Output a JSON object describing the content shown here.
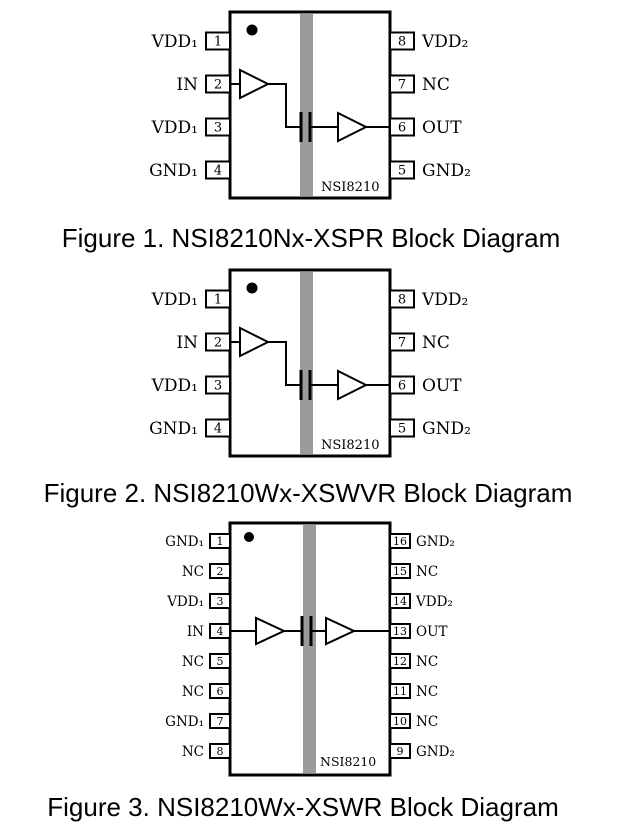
{
  "colors": {
    "isolation_barrier": "#9b9b9b",
    "ink": "#000000",
    "background": "#ffffff"
  },
  "figures": [
    {
      "caption": "Figure 1. NSI8210Nx-XSPR Block Diagram",
      "chip_label": "NSI8210",
      "left_pins": [
        {
          "num": "1",
          "label": "VDD₁"
        },
        {
          "num": "2",
          "label": "IN"
        },
        {
          "num": "3",
          "label": "VDD₁"
        },
        {
          "num": "4",
          "label": "GND₁"
        }
      ],
      "right_pins": [
        {
          "num": "8",
          "label": "VDD₂"
        },
        {
          "num": "7",
          "label": "NC"
        },
        {
          "num": "6",
          "label": "OUT"
        },
        {
          "num": "5",
          "label": "GND₂"
        }
      ]
    },
    {
      "caption": "Figure 2. NSI8210Wx-XSWVR Block Diagram",
      "chip_label": "NSI8210",
      "left_pins": [
        {
          "num": "1",
          "label": "VDD₁"
        },
        {
          "num": "2",
          "label": "IN"
        },
        {
          "num": "3",
          "label": "VDD₁"
        },
        {
          "num": "4",
          "label": "GND₁"
        }
      ],
      "right_pins": [
        {
          "num": "8",
          "label": "VDD₂"
        },
        {
          "num": "7",
          "label": "NC"
        },
        {
          "num": "6",
          "label": "OUT"
        },
        {
          "num": "5",
          "label": "GND₂"
        }
      ]
    },
    {
      "caption": "Figure 3. NSI8210Wx-XSWR Block Diagram",
      "chip_label": "NSI8210",
      "left_pins": [
        {
          "num": "1",
          "label": "GND₁"
        },
        {
          "num": "2",
          "label": "NC"
        },
        {
          "num": "3",
          "label": "VDD₁"
        },
        {
          "num": "4",
          "label": "IN"
        },
        {
          "num": "5",
          "label": "NC"
        },
        {
          "num": "6",
          "label": "NC"
        },
        {
          "num": "7",
          "label": "GND₁"
        },
        {
          "num": "8",
          "label": "NC"
        }
      ],
      "right_pins": [
        {
          "num": "16",
          "label": "GND₂"
        },
        {
          "num": "15",
          "label": "NC"
        },
        {
          "num": "14",
          "label": "VDD₂"
        },
        {
          "num": "13",
          "label": "OUT"
        },
        {
          "num": "12",
          "label": "NC"
        },
        {
          "num": "11",
          "label": "NC"
        },
        {
          "num": "10",
          "label": "NC"
        },
        {
          "num": "9",
          "label": "GND₂"
        }
      ]
    }
  ]
}
